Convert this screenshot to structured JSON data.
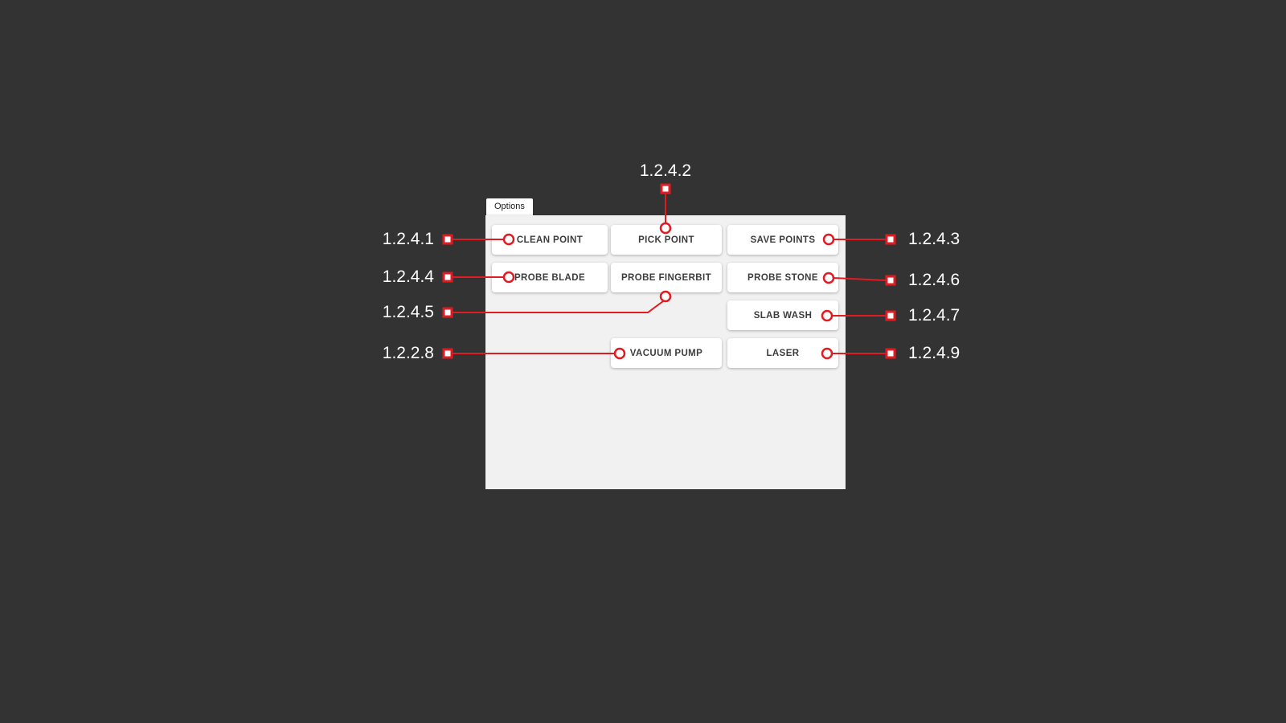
{
  "background_color": "#333333",
  "colors": {
    "annotation_red": "#e11b22",
    "label_text": "#ffffff",
    "panel_background": "#f1f1f1",
    "button_background": "#ffffff",
    "button_text": "#3d3d3d"
  },
  "panel": {
    "tab_label": "Options"
  },
  "buttons": [
    {
      "id": "clean-point",
      "label": "CLEAN POINT"
    },
    {
      "id": "pick-point",
      "label": "PICK POINT"
    },
    {
      "id": "save-points",
      "label": "SAVE POINTS"
    },
    {
      "id": "probe-blade",
      "label": "PROBE BLADE"
    },
    {
      "id": "probe-fingerbit",
      "label": "PROBE FINGERBIT"
    },
    {
      "id": "probe-stone",
      "label": "PROBE STONE"
    },
    {
      "id": "slab-wash",
      "label": "SLAB WASH"
    },
    {
      "id": "vacuum-pump",
      "label": "VACUUM PUMP"
    },
    {
      "id": "laser",
      "label": "LASER"
    }
  ],
  "annotations": [
    {
      "label": "1.2.4.1",
      "target": "CLEAN POINT",
      "side": "left"
    },
    {
      "label": "1.2.4.2",
      "target": "PICK POINT",
      "side": "top"
    },
    {
      "label": "1.2.4.3",
      "target": "SAVE POINTS",
      "side": "right"
    },
    {
      "label": "1.2.4.4",
      "target": "PROBE BLADE",
      "side": "left"
    },
    {
      "label": "1.2.4.5",
      "target": "PROBE FINGERBIT",
      "side": "left"
    },
    {
      "label": "1.2.4.6",
      "target": "PROBE STONE",
      "side": "right"
    },
    {
      "label": "1.2.4.7",
      "target": "SLAB WASH",
      "side": "right"
    },
    {
      "label": "1.2.2.8",
      "target": "VACUUM PUMP",
      "side": "left"
    },
    {
      "label": "1.2.4.9",
      "target": "LASER",
      "side": "right"
    }
  ]
}
